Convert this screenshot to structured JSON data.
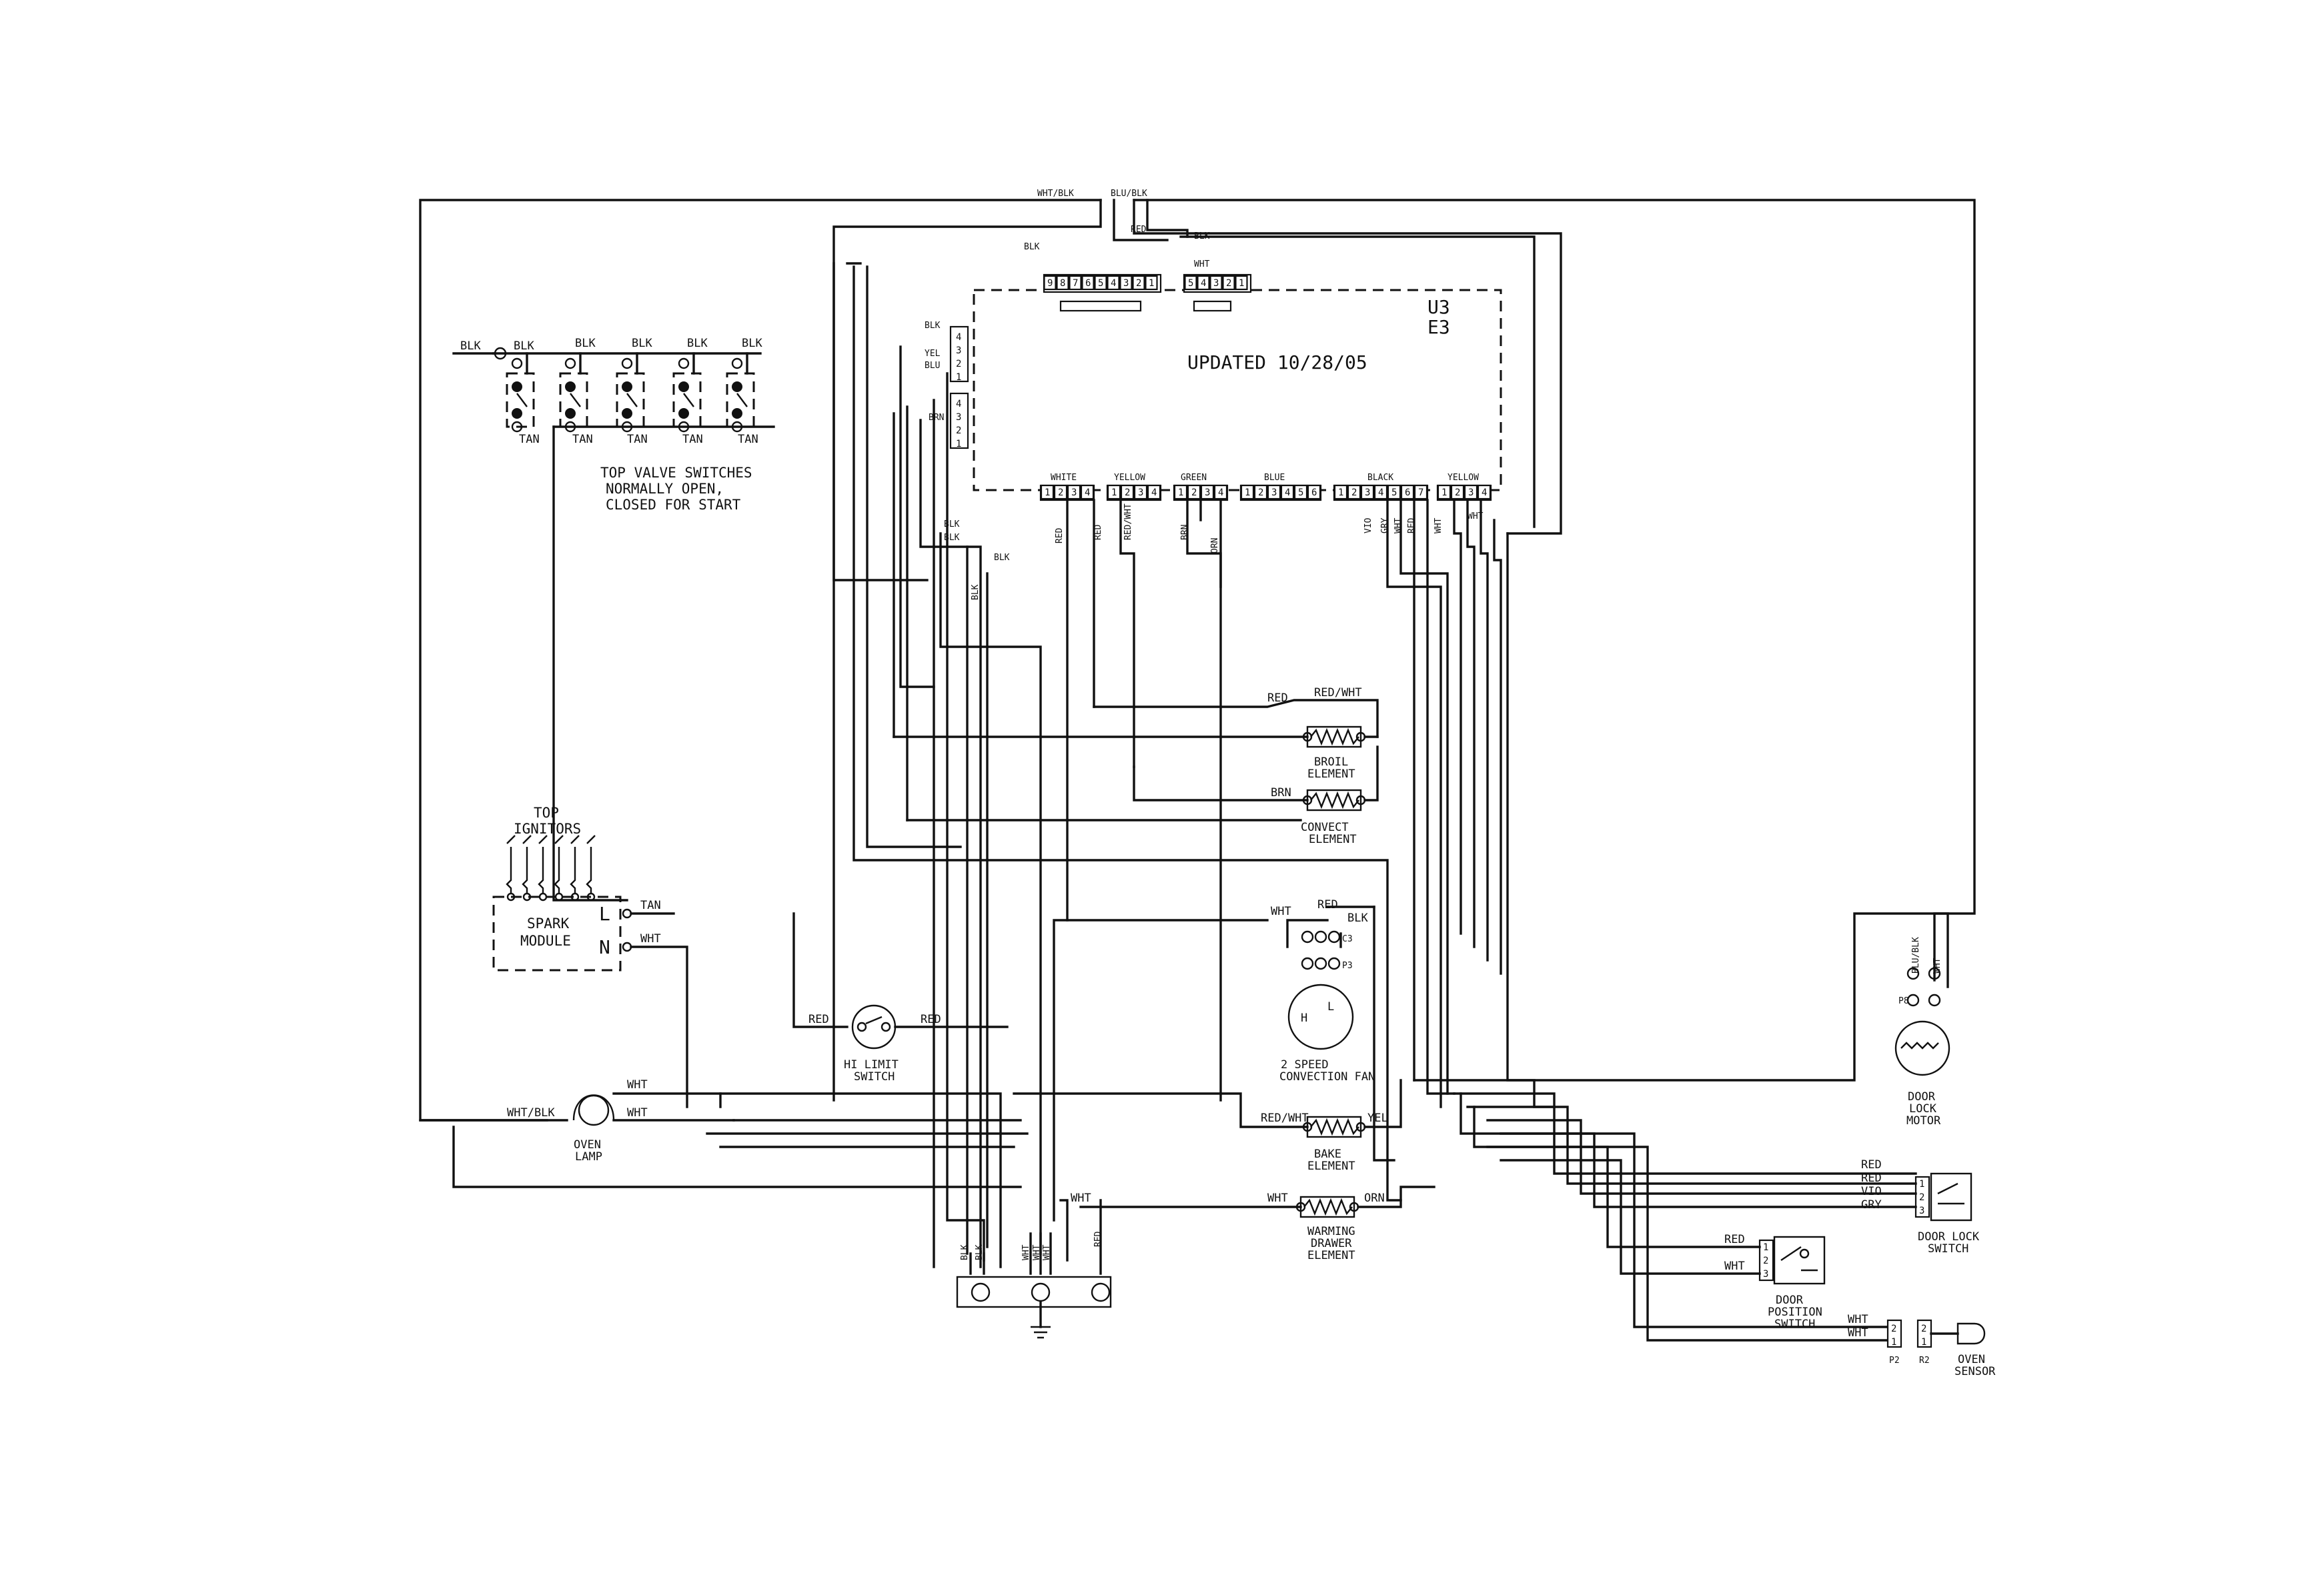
{
  "revision": {
    "model_line1": "U3",
    "model_line2": "E3",
    "updated": "UPDATED 10/28/05"
  },
  "top_valves": {
    "caption_lines": [
      "TOP VALVE SWITCHES",
      "NORMALLY OPEN,",
      "CLOSED FOR START"
    ],
    "top_wire": "BLK",
    "bottom_wire": "TAN"
  },
  "ignitors": {
    "title_lines": [
      "TOP",
      "IGNITORS"
    ]
  },
  "spark_module": {
    "title_lines": [
      "SPARK",
      "MODULE"
    ],
    "terminal_l": "L",
    "terminal_n": "N",
    "wire_l": "TAN",
    "wire_n": "WHT"
  },
  "components": {
    "hi_limit": [
      "HI LIMIT",
      "SWITCH"
    ],
    "oven_lamp": [
      "OVEN",
      "LAMP"
    ],
    "broil": [
      "BROIL",
      "ELEMENT"
    ],
    "convect": [
      "CONVECT",
      "ELEMENT"
    ],
    "fan": [
      "2 SPEED",
      "CONVECTION FAN"
    ],
    "fan_plug_1": "C3",
    "fan_plug_2": "P3",
    "bake": [
      "BAKE",
      "ELEMENT"
    ],
    "warming": [
      "WARMING",
      "DRAWER",
      "ELEMENT"
    ],
    "door_lock_motor": [
      "DOOR",
      "LOCK",
      "MOTOR"
    ],
    "door_lock_switch": [
      "DOOR LOCK",
      "SWITCH"
    ],
    "door_position_switch": [
      "DOOR",
      "POSITION",
      "SWITCH"
    ],
    "oven_sensor": [
      "OVEN",
      "SENSOR"
    ],
    "sensor_plug_1": "P2",
    "sensor_plug_2": "R2"
  },
  "connectors": {
    "top_left": [
      "9",
      "8",
      "7",
      "6",
      "5",
      "4",
      "3",
      "2",
      "1"
    ],
    "top_right": [
      "5",
      "4",
      "3",
      "2",
      "1"
    ],
    "side_a": [
      "4",
      "3",
      "2",
      "1"
    ],
    "side_b": [
      "4",
      "3",
      "2",
      "1"
    ],
    "white": {
      "name": "WHITE",
      "pins": [
        "1",
        "2",
        "3",
        "4"
      ]
    },
    "yellow": {
      "name": "YELLOW",
      "pins": [
        "1",
        "2",
        "3",
        "4"
      ]
    },
    "green": {
      "name": "GREEN",
      "pins": [
        "1",
        "2",
        "3",
        "4"
      ]
    },
    "blue": {
      "name": "BLUE",
      "pins": [
        "1",
        "2",
        "3",
        "4",
        "5",
        "6"
      ]
    },
    "black": {
      "name": "BLACK",
      "pins": [
        "1",
        "2",
        "3",
        "4",
        "5",
        "6",
        "7"
      ]
    },
    "yellow2": {
      "name": "YELLOW",
      "pins": [
        "1",
        "2",
        "3",
        "4"
      ]
    },
    "lock_switch_pins": [
      "1",
      "2",
      "3"
    ],
    "position_switch_pins": [
      "1",
      "2",
      "3"
    ],
    "sensor_pins": [
      "2",
      "1"
    ]
  },
  "wire_labels": {
    "wht_blk": "WHT/BLK",
    "blu_blk": "BLU/BLK",
    "blk": "BLK",
    "wht": "WHT",
    "red": "RED",
    "red_wht": "RED/WHT",
    "brn": "BRN",
    "blu": "BLU",
    "yel": "YEL",
    "vio": "VIO",
    "gry": "GRY",
    "orn": "ORN",
    "tan": "TAN"
  }
}
